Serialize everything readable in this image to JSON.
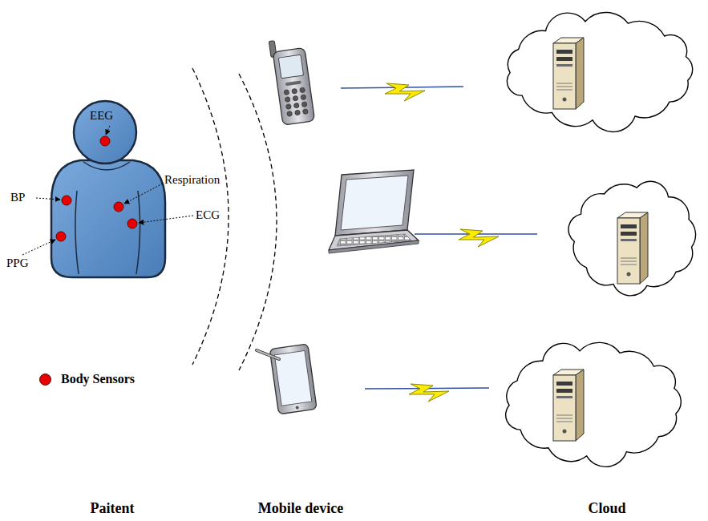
{
  "diagram": {
    "labels": [
      "EEG",
      "BP",
      "Respiration",
      "ECG",
      "PPG",
      "Paitent",
      "Mobile device",
      "Cloud"
    ],
    "legend": [
      {
        "text": "Body Sensors",
        "color": "#e60000"
      }
    ]
  }
}
